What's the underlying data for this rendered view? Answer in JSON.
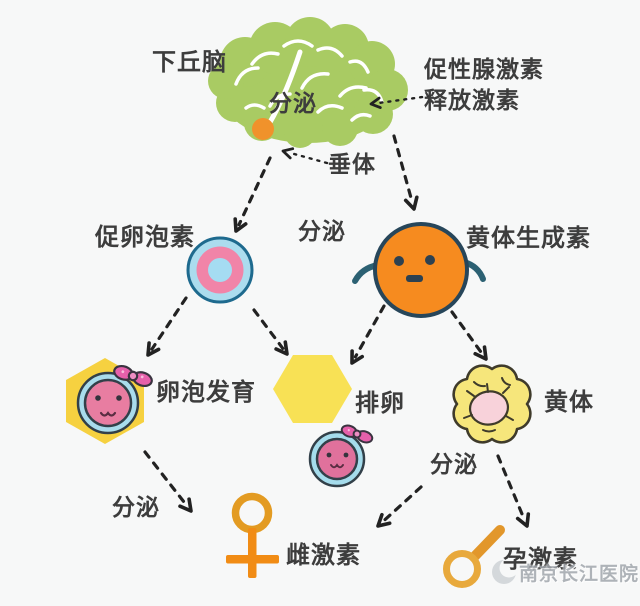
{
  "labels": {
    "hypothalamus": "下丘脑",
    "brain_secretes": "分泌",
    "gnrh_line1": "促性腺激素",
    "gnrh_line2": "释放激素",
    "pituitary": "垂体",
    "fsh": "促卵泡素",
    "pituitary_secretes": "分泌",
    "lh": "黄体生成素",
    "follicle_development": "卵泡发育",
    "ovulation": "排卵",
    "corpus_luteum": "黄体",
    "follicle_secretes": "分泌",
    "luteum_secretes": "分泌",
    "estrogen": "雌激素",
    "progesterone": "孕激素"
  },
  "watermark": {
    "text": "南京长江医院"
  },
  "colors": {
    "background": "#f7f8f8",
    "brain_green": "#a9cb63",
    "accent_orange": "#f0922b",
    "lh_orange": "#f68b1f",
    "cell_blue": "#abdcee",
    "cell_pink": "#f184a8",
    "outline_navy": "#27465a",
    "hex_yellow": "#f6d140",
    "luteum_yellow": "#f6e67b",
    "luteum_pink": "#f8d2da",
    "symbol_orange": "#f18c15",
    "text": "#3d3d3d",
    "arrow": "#222222"
  },
  "icons": {
    "brain-icon": "green hypothalamus brain blob with white gyri",
    "pituitary-dot-icon": "orange pituitary gland dot",
    "fsh-cell-icon": "concentric blue/pink follicle cell",
    "lh-cell-icon": "orange round cell with face and arms",
    "follicle-hexagon-icon": "yellow hexagon holding ovum with bow",
    "ovulation-hexagon-icon": "plain yellow hexagon",
    "ovum-icon": "small pink ovum face with bow in blue ring",
    "corpus-luteum-icon": "scalloped yellow corpus luteum with pink core",
    "estrogen-symbol-icon": "orange female gender symbol",
    "progesterone-symbol-icon": "orange ring with diagonal handle",
    "watermark-logo-icon": "gray hospital logo crescent"
  },
  "connections": [
    {
      "from": "pituitary-label",
      "to": "pituitary-dot"
    },
    {
      "from": "gnrh-label",
      "to": "brain"
    },
    {
      "from": "pituitary-dot",
      "to": "fsh-cell"
    },
    {
      "from": "brain",
      "to": "lh-cell"
    },
    {
      "from": "fsh-cell",
      "to": "follicle-hexagon"
    },
    {
      "from": "fsh-cell",
      "to": "ovulation-hexagon"
    },
    {
      "from": "lh-cell",
      "to": "ovulation-hexagon"
    },
    {
      "from": "lh-cell",
      "to": "corpus-luteum"
    },
    {
      "from": "follicle-hexagon",
      "to": "estrogen-symbol"
    },
    {
      "from": "corpus-luteum",
      "to": "estrogen-symbol"
    },
    {
      "from": "corpus-luteum",
      "to": "progesterone-symbol"
    }
  ]
}
